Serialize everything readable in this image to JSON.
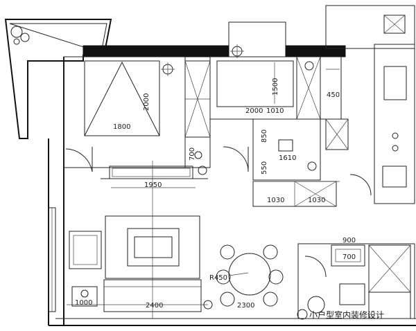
{
  "dimensions": {
    "bed_width": "1800",
    "bed_length": "2000",
    "room_width_a": "2000",
    "room_width_b": "1010",
    "wardrobe_depth": "1500",
    "kitchen_width": "450",
    "bath_depth": "850",
    "bath_small": "550",
    "bath_width": "1610",
    "closet_depth": "700",
    "corridor_width": "1950",
    "bath_a": "1030",
    "bath_b": "1030",
    "cabinet_width": "900",
    "cabinet_depth": "700",
    "table_radius": "R450",
    "living_width": "2400",
    "dining_width": "2300",
    "side_table": "1000"
  },
  "watermark": {
    "text": "小户型室内装修设计"
  }
}
